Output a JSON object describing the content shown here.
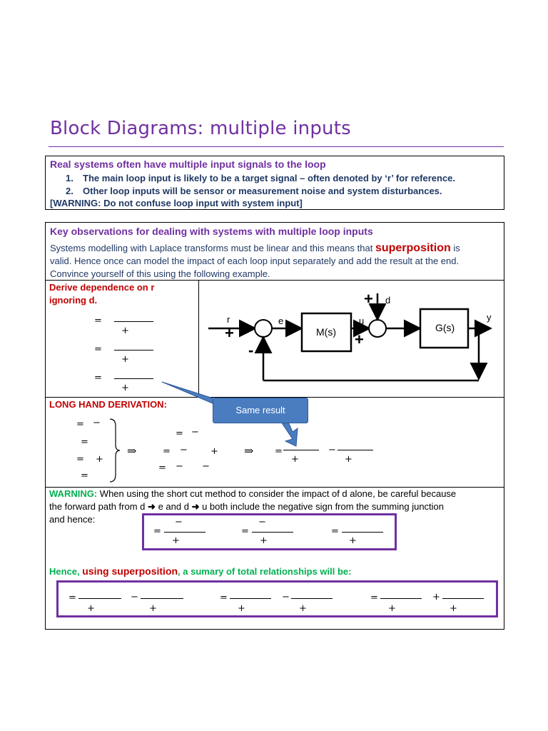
{
  "title": "Block Diagrams: multiple inputs",
  "box1": {
    "heading": "Real systems often have multiple input signals to the loop",
    "item1_num": "1.",
    "item1": "The main loop input is likely to be a target signal – often denoted by ‘r’ for reference.",
    "item2_num": "2.",
    "item2": "Other loop inputs will be sensor or measurement noise and system disturbances.",
    "warning": "[WARNING: Do not confuse loop input with system input]"
  },
  "box2": {
    "heading": "Key observations for dealing with systems with multiple loop inputs",
    "para_pre": "Systems modelling with Laplace transforms must be linear and this means that",
    "para_keyword": "superposition",
    "para_post1": "is",
    "para_line2": "valid. Hence once can model the impact of each loop input separately and add the result at the end.",
    "para_line3": "Convince yourself of this using the following example.",
    "derive_line1": "Derive dependence on r",
    "derive_line2": "ignoring d.",
    "long_hand": "LONG HAND DERIVATION:",
    "callout": "Same result",
    "warning_label": "WARNING:",
    "warning_text1": "When using the short cut method to consider the impact of d alone, be careful because",
    "warning_text2_a": "the forward path from d",
    "warning_text2_b": "e and d",
    "warning_text2_c": "u both include the negative sign from the summing junction",
    "warning_text3": "and hence:",
    "hence_a": "Hence,",
    "hence_b": "using superposition",
    "hence_c": ", a sumary of total relationships will be:"
  },
  "diagram": {
    "label_r": "r",
    "label_e": "e",
    "label_u": "u",
    "label_d": "d",
    "label_y": "y",
    "block_m": "M(s)",
    "block_g": "G(s)",
    "plus": "+",
    "minus": "-"
  },
  "math": {
    "eq": "=",
    "plus": "+",
    "minus": "−",
    "dash": "–",
    "implies": "⇒"
  },
  "colors": {
    "title_purple": "#7030a0",
    "navy": "#1f3864",
    "red": "#c00000",
    "green": "#00b050",
    "callout_blue": "#4a7dc0",
    "box_purple": "#7030a0"
  }
}
